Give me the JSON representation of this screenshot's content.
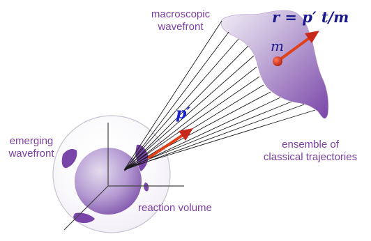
{
  "labels": {
    "macroscopic_line1": "macroscopic",
    "macroscopic_line2": "wavefront",
    "emerging_line1": "emerging",
    "emerging_line2": "wavefront",
    "ensemble_line1": "ensemble of",
    "ensemble_line2": "classical trajectories",
    "reaction_volume": "reaction volume"
  },
  "math": {
    "position_eq": "r = p′ t/m",
    "mass": "m",
    "momentum": "p′"
  },
  "colors": {
    "label": "#7b3fa0",
    "arrow": "#e0401a",
    "arrowhead": "#c8281a",
    "wavefront_dark": "#7a45a8",
    "wavefront_light": "#d9d1e6",
    "sphere": "#8f6ab8",
    "momentum_text": "#1a22d0",
    "position_text": "#1a1a8c",
    "dot": "#d6301c"
  }
}
